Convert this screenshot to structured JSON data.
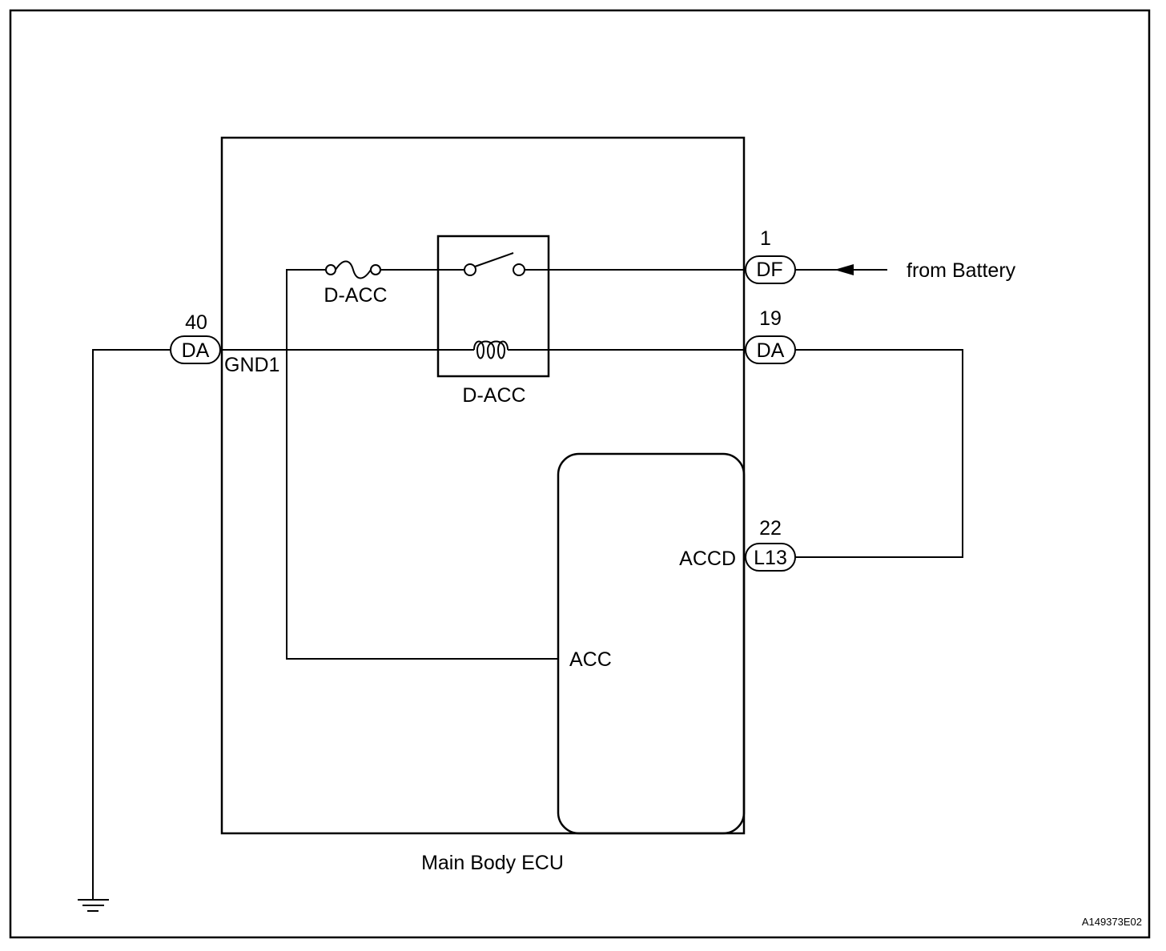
{
  "diagram": {
    "ecu_label": "Main Body ECU",
    "figure_code": "A149373E02",
    "fuse_label": "D-ACC",
    "relay_label": "D-ACC",
    "gnd_pin_label": "GND1",
    "acc_pin_label": "ACC",
    "accd_pin_label": "ACCD",
    "battery_label": "from Battery",
    "connectors": {
      "df": {
        "pin": "1",
        "code": "DF"
      },
      "da_19": {
        "pin": "19",
        "code": "DA"
      },
      "l13": {
        "pin": "22",
        "code": "L13"
      },
      "da_40": {
        "pin": "40",
        "code": "DA"
      }
    }
  }
}
